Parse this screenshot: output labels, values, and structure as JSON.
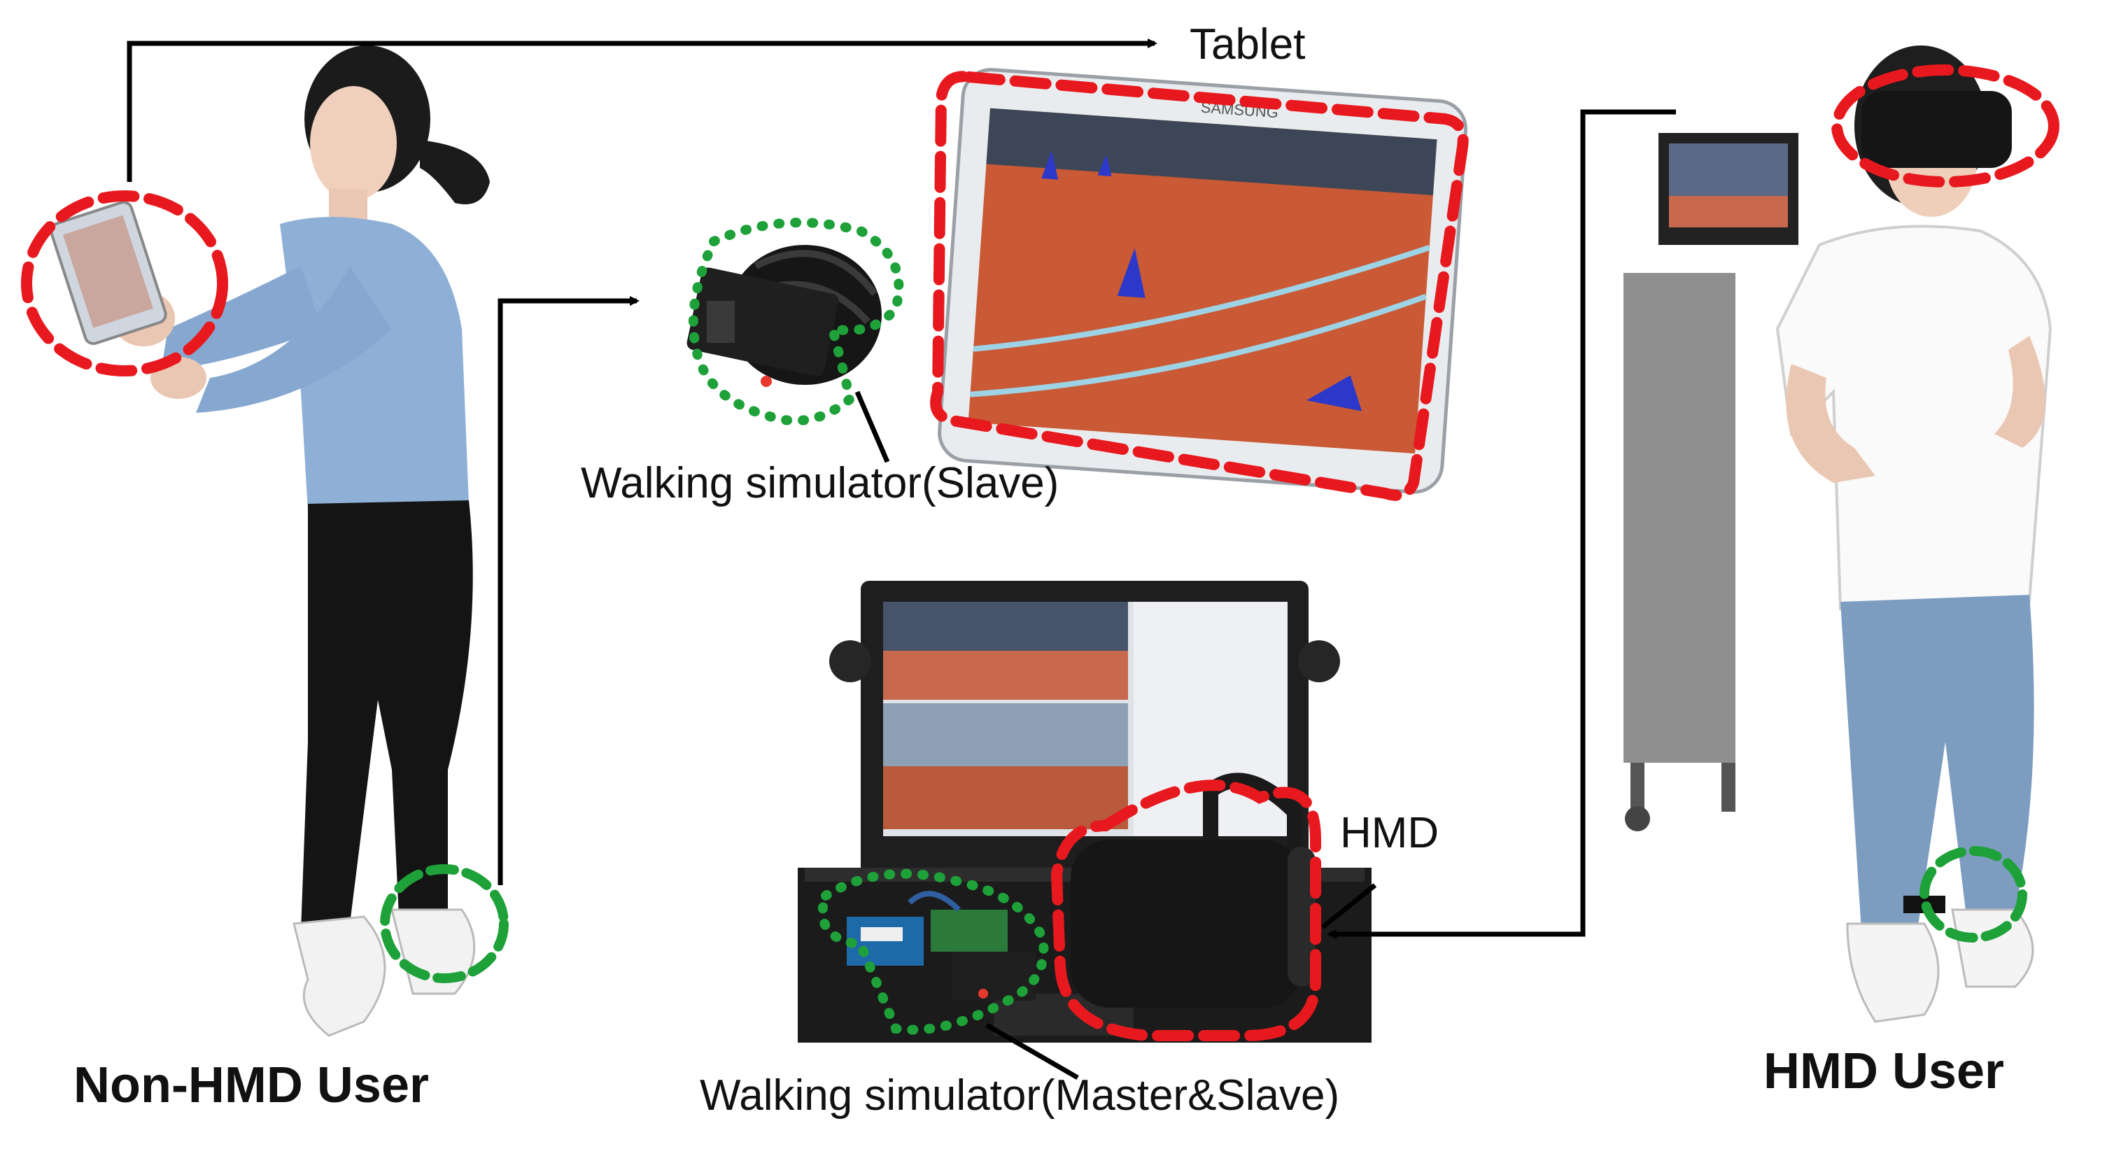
{
  "labels": {
    "tablet": "Tablet",
    "walking_slave": "Walking simulator(Slave)",
    "hmd": "HMD",
    "walking_master": "Walking simulator(Master&Slave)",
    "non_hmd_user": "Non-HMD User",
    "hmd_user": "HMD User"
  },
  "tablet_screen_brand": "SAMSUNG",
  "colors": {
    "device_outline": "#e8191e",
    "sensor_outline_dashed": "#1fa13a",
    "sensor_outline_dotted": "#1fa13a",
    "arrows": "#000000",
    "track": "#d9653e",
    "cone": "#2b38c9"
  }
}
